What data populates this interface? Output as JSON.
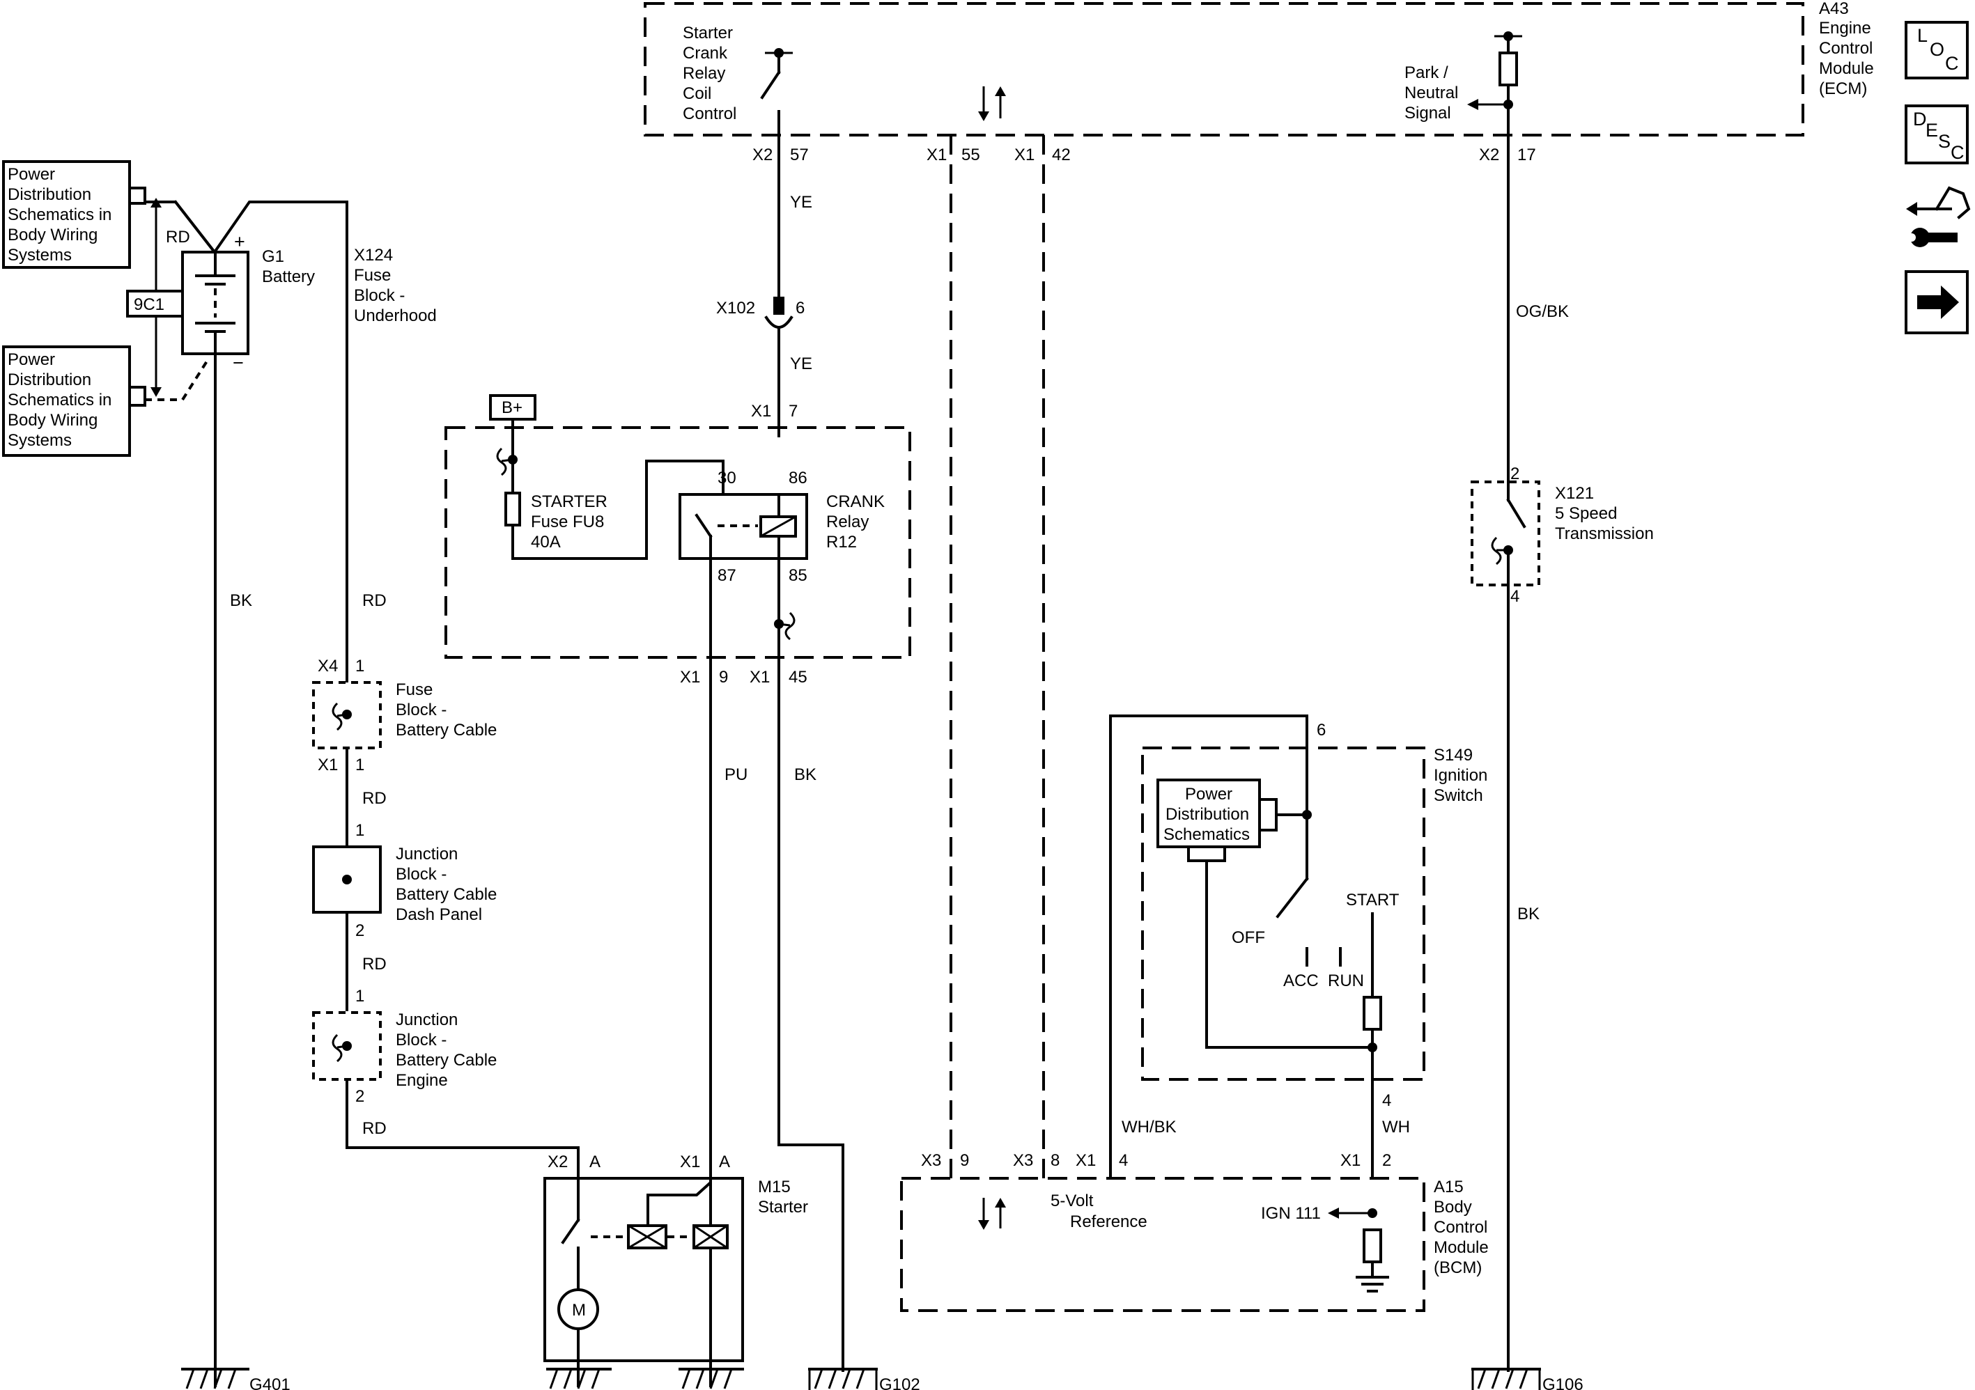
{
  "ecm": {
    "name": [
      "A43",
      "Engine",
      "Control",
      "Module",
      "(ECM)"
    ],
    "relay_coil_label": [
      "Starter",
      "Crank",
      "Relay",
      "Coil",
      "Control"
    ],
    "park_label": [
      "Park /",
      "Neutral",
      "Signal"
    ]
  },
  "ecm_pins": {
    "x2_57": [
      "X2",
      "57"
    ],
    "x1_55": [
      "X1",
      "55"
    ],
    "x1_42": [
      "X1",
      "42"
    ],
    "x2_17": [
      "X2",
      "17"
    ]
  },
  "power_dist_1": [
    "Power",
    "Distribution",
    "Schematics in",
    "Body Wiring",
    "Systems"
  ],
  "power_dist_2": [
    "Power",
    "Distribution",
    "Schematics in",
    "Body Wiring",
    "Systems"
  ],
  "splice": "9C1",
  "battery": {
    "name": [
      "G1",
      "Battery"
    ],
    "plus": "+",
    "minus": "−"
  },
  "fuse_block_underhood": [
    "X124",
    "Fuse",
    "Block -",
    "Underhood"
  ],
  "wires": {
    "rd": "RD",
    "bk": "BK",
    "ye": "YE",
    "pu": "PU",
    "og_bk": "OG/BK",
    "wh_bk": "WH/BK",
    "wh": "WH"
  },
  "x102": {
    "name": "X102",
    "pin": "6"
  },
  "bplus": "B+",
  "starter_fuse": [
    "STARTER",
    "Fuse FU8",
    "40A"
  ],
  "crank_relay": {
    "name": [
      "CRANK",
      "Relay",
      "R12"
    ],
    "pins": [
      "30",
      "86",
      "87",
      "85"
    ]
  },
  "connectors": {
    "x1_7": [
      "X1",
      "7"
    ],
    "x1_9": [
      "X1",
      "9"
    ],
    "x1_45": [
      "X1",
      "45"
    ],
    "x4_1": [
      "X4",
      "1"
    ],
    "x1_1": [
      "X1",
      "1"
    ],
    "pin1a": "1",
    "pin2a": "2",
    "pin1b": "1",
    "pin2b": "2",
    "x2_a": [
      "X2",
      "A"
    ],
    "x1_a": [
      "X1",
      "A"
    ],
    "x3_9": [
      "X3",
      "9"
    ],
    "x3_8": [
      "X3",
      "8"
    ],
    "x1_4": [
      "X1",
      "4"
    ],
    "x1_2": [
      "X1",
      "2"
    ],
    "s149_6": "6",
    "s149_4": "4",
    "x121_2": "2",
    "x121_4": "4"
  },
  "fuse_block_battery": [
    "Fuse",
    "Block -",
    "Battery Cable"
  ],
  "junction_dash": [
    "Junction",
    "Block -",
    "Battery Cable",
    "Dash Panel"
  ],
  "junction_engine": [
    "Junction",
    "Block -",
    "Battery Cable",
    "Engine"
  ],
  "starter": {
    "name": [
      "M15",
      "Starter"
    ],
    "motor": "M"
  },
  "grounds": {
    "g401": "G401",
    "g102": "G102",
    "g106": "G106"
  },
  "ignition": {
    "name": [
      "S149",
      "Ignition",
      "Switch"
    ],
    "pds": [
      "Power",
      "Distribution",
      "Schematics"
    ],
    "positions": {
      "off": "OFF",
      "acc": "ACC",
      "run": "RUN",
      "start": "START"
    }
  },
  "x121": [
    "X121",
    "5 Speed",
    "Transmission"
  ],
  "bcm": {
    "name": [
      "A15",
      "Body",
      "Control",
      "Module",
      "(BCM)"
    ],
    "ref": [
      "5-Volt",
      "Reference"
    ],
    "ign": "IGN 111"
  },
  "nav_icons": {
    "loc": "LOC",
    "desc": "DESC",
    "l": "L",
    "o": "O",
    "c": "C",
    "d": "D",
    "e": "E",
    "s": "S",
    "c2": "C"
  }
}
